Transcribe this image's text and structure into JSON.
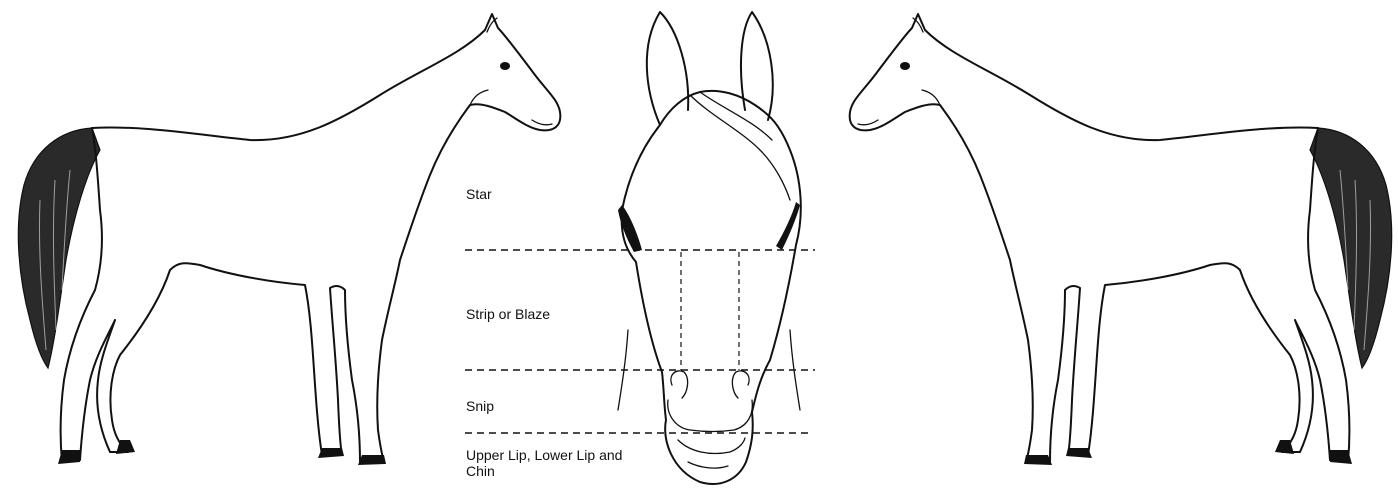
{
  "diagram": {
    "labels": {
      "star": "Star",
      "strip_or_blaze": "Strip or Blaze",
      "snip": "Snip",
      "upper_lip_lower_lip_chin": "Upper Lip, Lower Lip and Chin"
    },
    "figures": [
      "horse-left-side-view",
      "horse-head-front-view",
      "horse-right-side-view"
    ],
    "colors": {
      "ink": "#111111",
      "background": "#ffffff"
    }
  }
}
